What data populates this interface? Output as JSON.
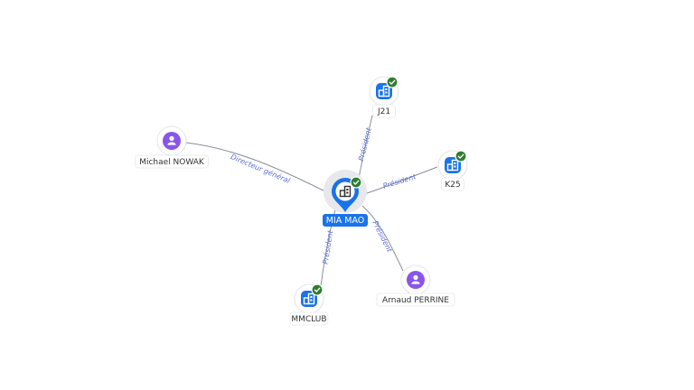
{
  "colors": {
    "edge": "#8a8f98",
    "edge_label": "#5b6fd6",
    "company": "#1a73e8",
    "person": "#8a56e8",
    "check": "#2e7d32",
    "center_label_bg": "#1a73e8",
    "center_label_text": "#ffffff",
    "node_label_text": "#333333"
  },
  "center": {
    "name": "MIA MAO",
    "icon": "building-icon",
    "verified": true
  },
  "nodes": [
    {
      "id": "j21",
      "name": "J21",
      "type": "company",
      "icon": "building-icon",
      "verified": true,
      "relation": "Président"
    },
    {
      "id": "k25",
      "name": "K25",
      "type": "company",
      "icon": "building-icon",
      "verified": true,
      "relation": "Président"
    },
    {
      "id": "arnaud",
      "name": "Arnaud PERRINE",
      "type": "person",
      "icon": "person-icon",
      "verified": false,
      "relation": "Président"
    },
    {
      "id": "mmclub",
      "name": "MMCLUB",
      "type": "company",
      "icon": "building-icon",
      "verified": true,
      "relation": "Président"
    },
    {
      "id": "michael",
      "name": "Michael NOWAK",
      "type": "person",
      "icon": "person-icon",
      "verified": false,
      "relation": "Directeur général"
    }
  ]
}
